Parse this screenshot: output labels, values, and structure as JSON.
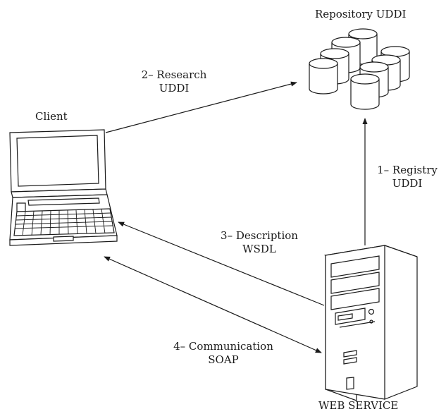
{
  "nodes": {
    "repository": {
      "label": "Repository UDDI"
    },
    "client": {
      "label": "Client"
    },
    "server": {
      "label": "WEB SERVICE"
    }
  },
  "edges": {
    "research": {
      "line1": "2– Research",
      "line2": "UDDI"
    },
    "registry": {
      "line1": "1– Registry",
      "line2": "UDDI"
    },
    "description": {
      "line1": "3– Description",
      "line2": "WSDL"
    },
    "communication": {
      "line1": "4– Communication",
      "line2": "SOAP"
    }
  },
  "colors": {
    "stroke": "#1a1a1a",
    "fill": "#ffffff"
  },
  "icons": {
    "repository": "database-cylinders-icon",
    "client": "laptop-icon",
    "server": "tower-server-icon"
  }
}
